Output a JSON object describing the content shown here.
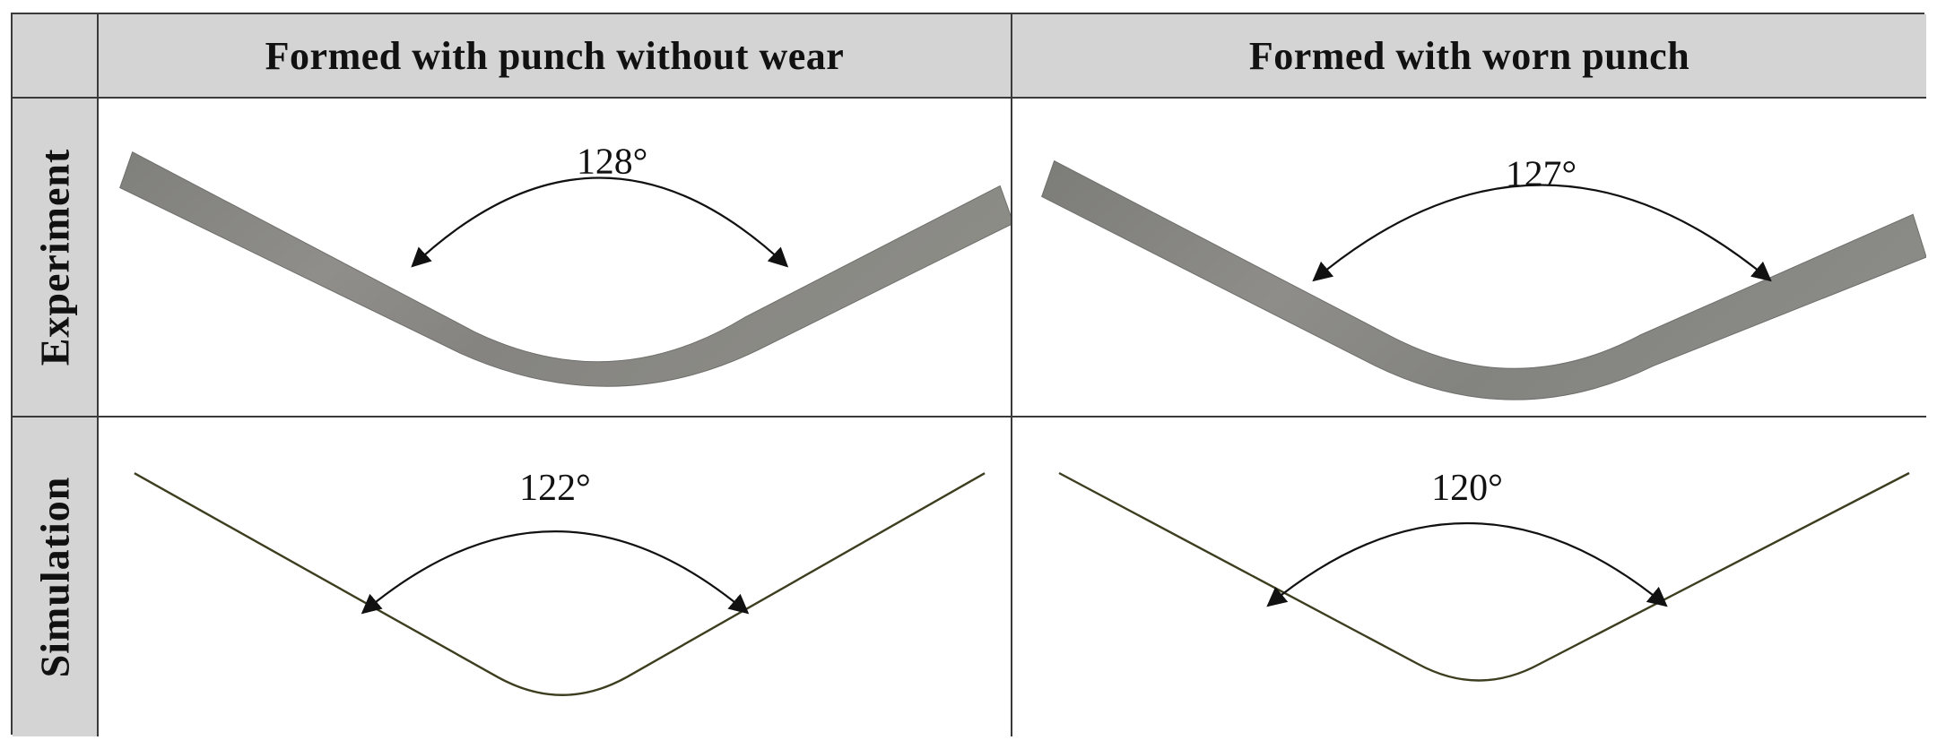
{
  "table": {
    "corner": "",
    "columns": [
      {
        "label": "Formed with punch without wear"
      },
      {
        "label": "Formed with worn punch"
      }
    ],
    "rows": [
      {
        "label": "Experiment"
      },
      {
        "label": "Simulation"
      }
    ],
    "cells": {
      "experiment_unworn": {
        "angle": "128°"
      },
      "experiment_worn": {
        "angle": "127°"
      },
      "simulation_unworn": {
        "angle": "122°"
      },
      "simulation_worn": {
        "angle": "120°"
      }
    }
  },
  "colors": {
    "header_bg": "#d4d4d4",
    "border": "#3a3a3a",
    "strip": "#8a8a86",
    "profile_line": "#3d3d1f"
  }
}
